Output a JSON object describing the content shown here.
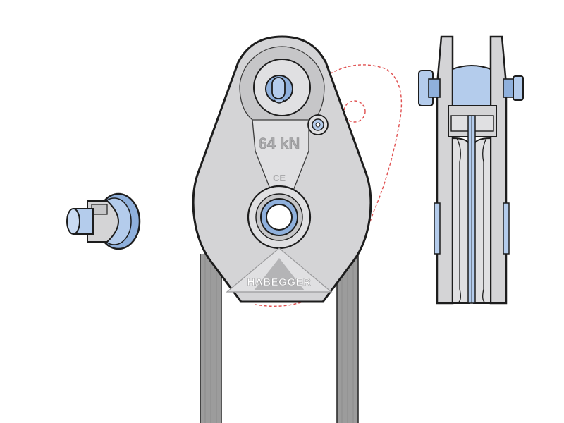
{
  "diagram": {
    "load_rating": "64 kN",
    "certification_mark": "CE",
    "brand_logo": "HABEGGER"
  },
  "colors": {
    "housing": "#d4d4d6",
    "housing_shade": "#c6c6c8",
    "panel_light": "#e0e0e2",
    "accent_blue": "#b4ccec",
    "accent_blue_dark": "#8fb0dc",
    "outline": "#1d1d1d",
    "hidden_contour": "#e05050",
    "rope": "#9c9c9c",
    "engraving": "#a9a9ab"
  },
  "icons": {
    "axle_pin": "axle-pin-icon",
    "pulley_block": "pulley-block-icon",
    "pulley_section": "pulley-section-icon",
    "brand_triangle": "triangle-logo-icon"
  }
}
